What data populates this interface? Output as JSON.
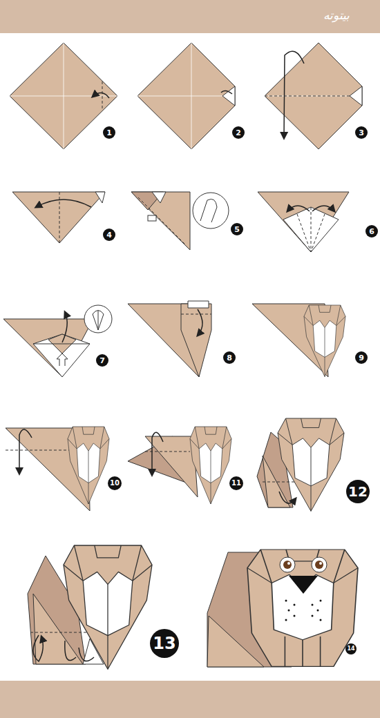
{
  "diagram": {
    "nodes": [
      {
        "text": [
          "1"
        ]
      },
      {
        "text": [
          "2"
        ]
      },
      {
        "text": [
          "3"
        ]
      },
      {
        "text": [
          "4"
        ]
      },
      {
        "text": [
          "5"
        ]
      },
      {
        "text": [
          "6"
        ]
      },
      {
        "text": [
          "7"
        ]
      },
      {
        "text": [
          "8"
        ]
      },
      {
        "text": [
          "9"
        ]
      },
      {
        "text": [
          "10"
        ]
      },
      {
        "text": [
          "11"
        ]
      },
      {
        "text": [
          "12"
        ]
      },
      {
        "text": [
          "13"
        ]
      },
      {
        "text": [
          "14"
        ]
      }
    ],
    "labels": [
      "بیتوته"
    ]
  }
}
